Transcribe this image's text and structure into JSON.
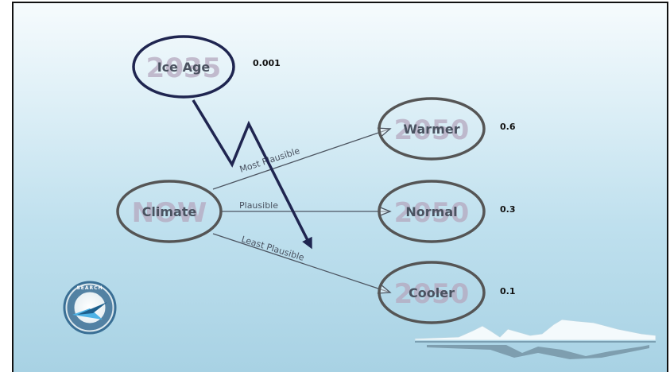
{
  "nodes": {
    "ice_age": {
      "label": "Ice Age",
      "year": "2035",
      "probability": "0.001"
    },
    "climate": {
      "label": "Climate",
      "year": "NOW"
    },
    "warmer": {
      "label": "Warmer",
      "year": "2050",
      "probability": "0.6"
    },
    "normal": {
      "label": "Normal",
      "year": "2050",
      "probability": "0.3"
    },
    "cooler": {
      "label": "Cooler",
      "year": "2050",
      "probability": "0.1"
    }
  },
  "edges": {
    "most_plausible": "Most Plausible",
    "plausible": "Plausible",
    "least_plausible": "Least Plausible"
  },
  "logo": {
    "text": "SEARCH",
    "icon": "search-logo-icon"
  },
  "decoration": {
    "icon": "iceberg-icon"
  },
  "colors": {
    "node_stroke": "#555555",
    "ice_age_stroke": "#1f2550",
    "label_text": "#4a5260",
    "ghost_year": "#b5a8bf",
    "lightning": "#1f2550"
  }
}
